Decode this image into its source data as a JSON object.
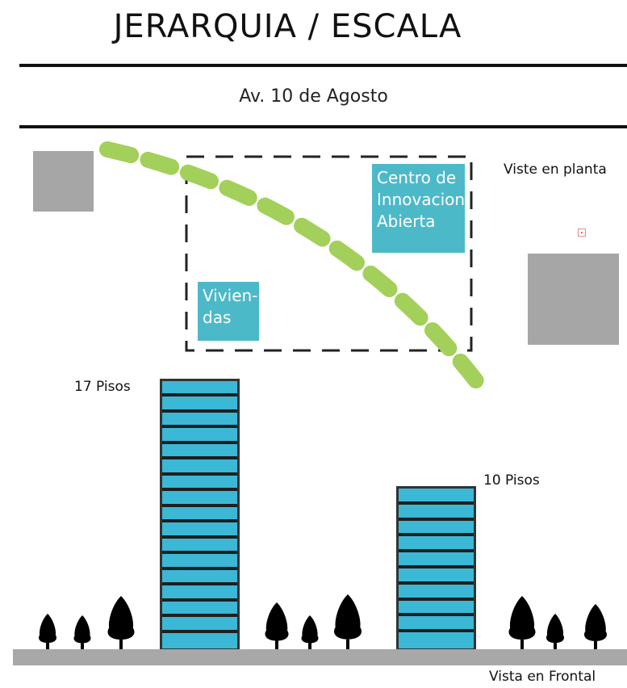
{
  "header": {
    "title": "JERARQUIA / ESCALA",
    "street": "Av. 10 de Agosto"
  },
  "plan": {
    "view_label": "Viste en planta",
    "blocks": [
      {
        "label": "Centro de\nInnovacion\nAbierta",
        "color": "#4cb9c9"
      },
      {
        "label": "Vivien-\ndas",
        "color": "#4cb9c9"
      }
    ],
    "green_path_color": "#a3d05a"
  },
  "elevation": {
    "view_label": "Vista en Frontal",
    "towers": [
      {
        "label": "17 Pisos",
        "floors": 17
      },
      {
        "label": "10 Pisos",
        "floors": 10
      }
    ],
    "tower_color": "#3bb8d6"
  }
}
